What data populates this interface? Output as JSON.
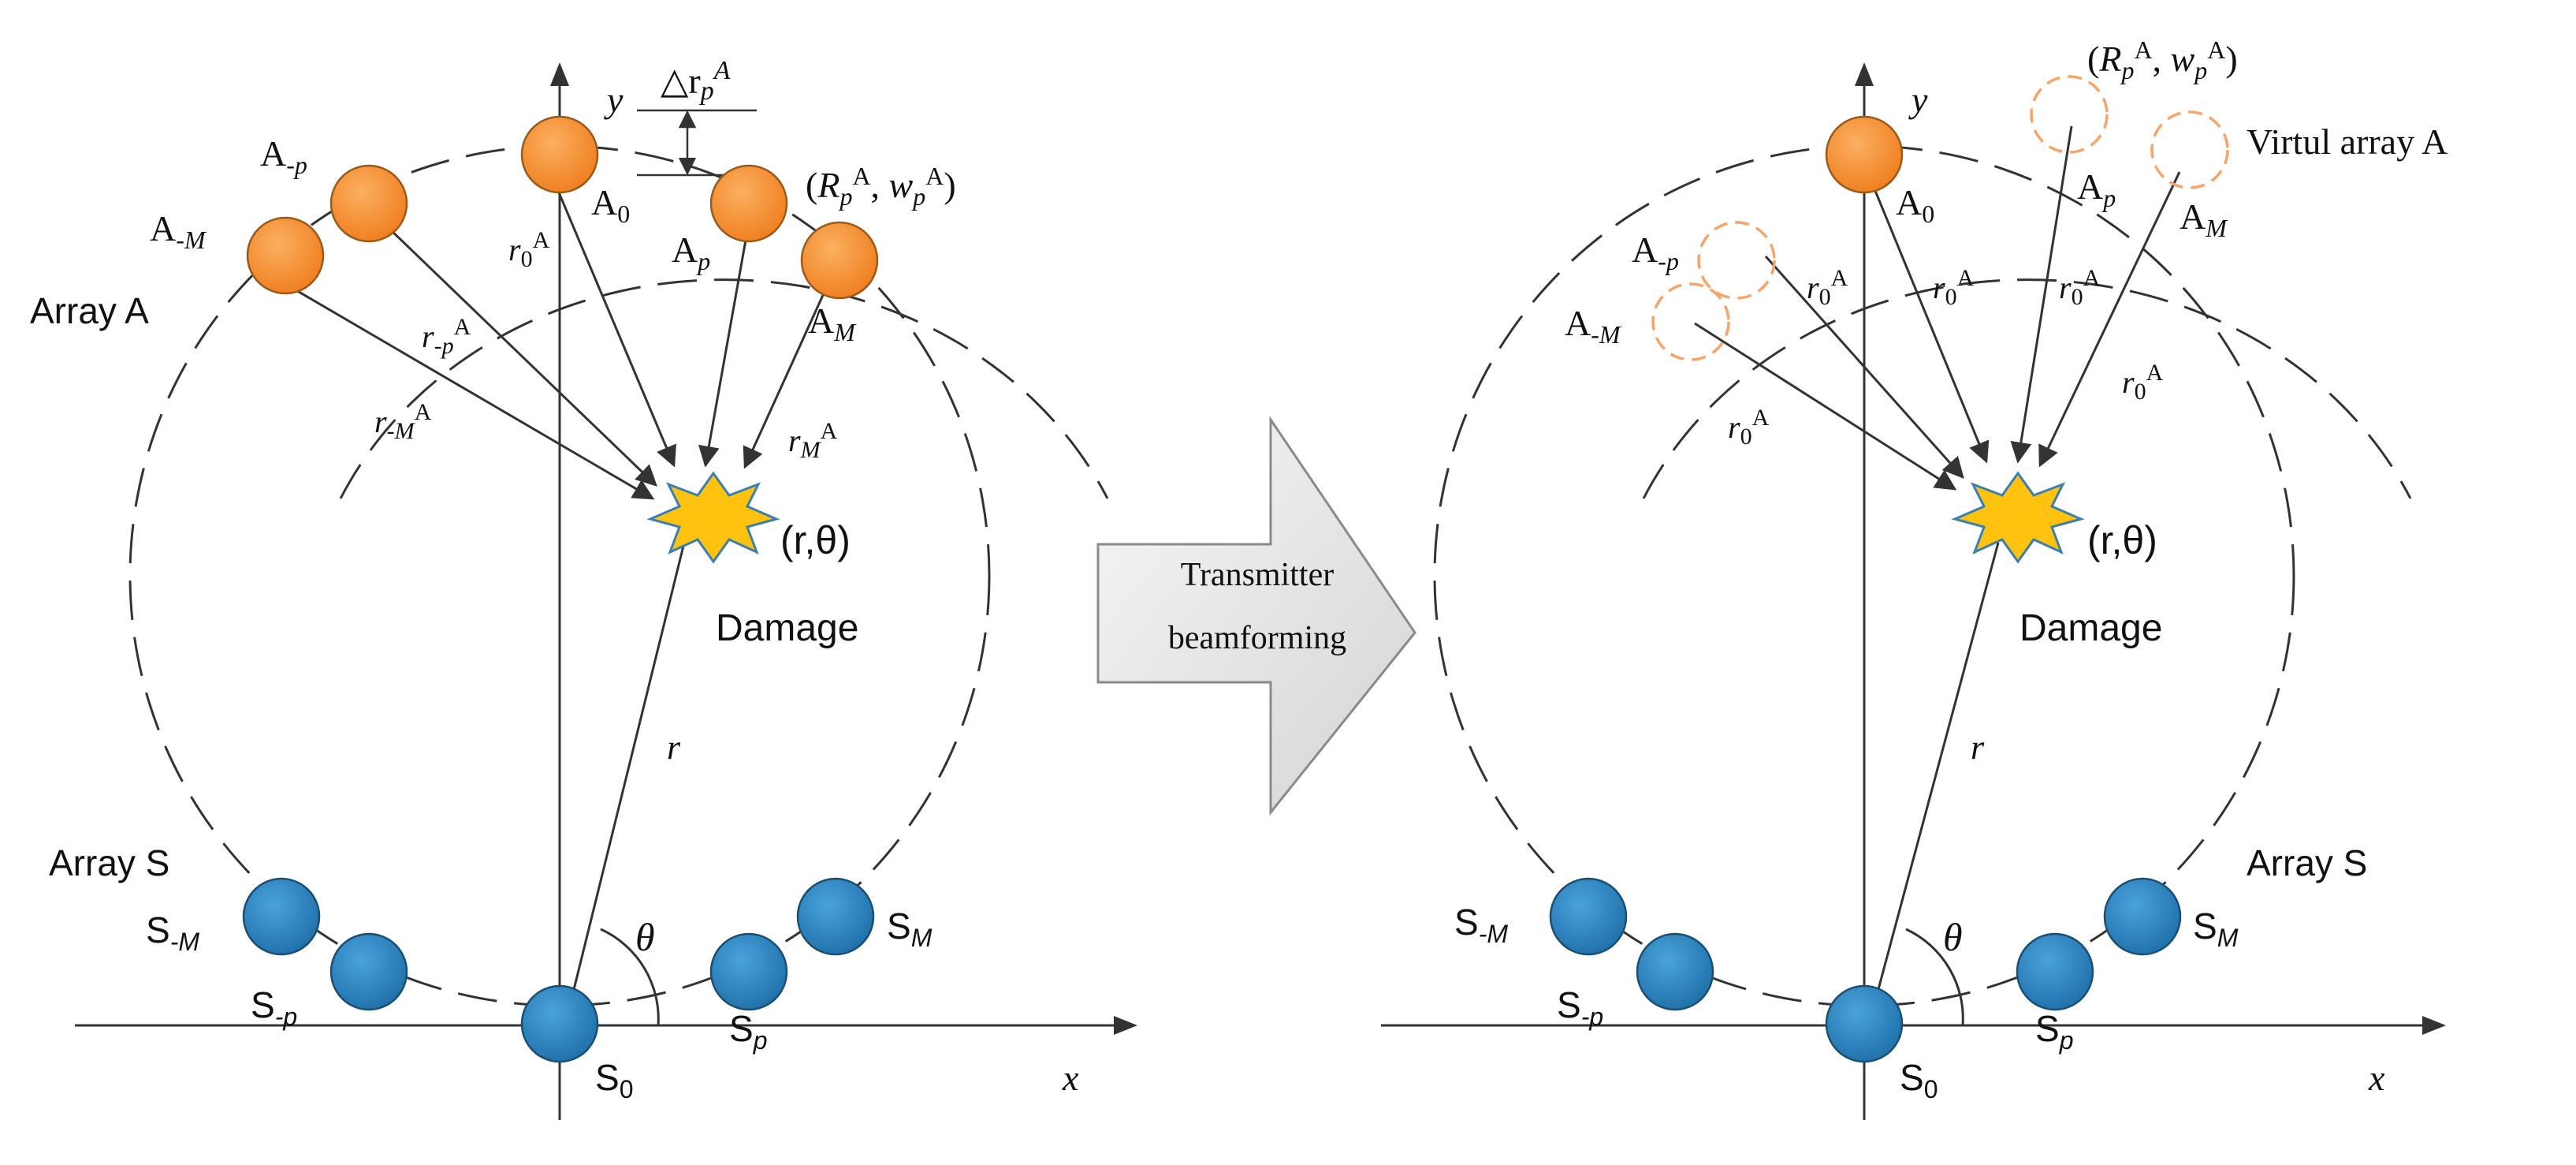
{
  "left_panel": {
    "axis_x": "x",
    "axis_y": "y",
    "array_a_label": "Array A",
    "array_s_label": "Array S",
    "damage_label": "Damage",
    "damage_coord": "(r,θ)",
    "r_label": "r",
    "theta_label": "θ",
    "delta_label": "△r",
    "delta_sub": "p",
    "delta_sup": "A",
    "nodes_a": [
      {
        "label": "A",
        "sub": "-M"
      },
      {
        "label": "A",
        "sub": "-p"
      },
      {
        "label": "A",
        "sub": "0"
      },
      {
        "label": "A",
        "sub": "p"
      },
      {
        "label": "A",
        "sub": "M"
      }
    ],
    "rpwp": {
      "open": "(",
      "R": "R",
      "sub": "p",
      "sup": "A",
      "sep": ",  ",
      "w": "w",
      "wsub": "p",
      "wsup": "A",
      "close": ")"
    },
    "distances": [
      {
        "r": "r",
        "sub": "0",
        "sup": "A"
      },
      {
        "r": "r",
        "sub": "-p",
        "sup": "A"
      },
      {
        "r": "r",
        "sub": "-M",
        "sup": "A"
      },
      {
        "r": "r",
        "sub": "M",
        "sup": "A"
      }
    ],
    "nodes_s": [
      {
        "label": "S",
        "sub": "-M"
      },
      {
        "label": "S",
        "sub": "-p"
      },
      {
        "label": "S",
        "sub": "0"
      },
      {
        "label": "S",
        "sub": "p"
      },
      {
        "label": "S",
        "sub": "M"
      }
    ]
  },
  "arrow": {
    "line1": "Transmitter",
    "line2": "beamforming"
  },
  "right_panel": {
    "axis_x": "x",
    "axis_y": "y",
    "virtual_label": "Virtul array A",
    "array_s_label": "Array S",
    "damage_label": "Damage",
    "damage_coord": "(r,θ)",
    "r_label": "r",
    "theta_label": "θ",
    "rpwp": {
      "open": "(",
      "R": "R",
      "sub": "p",
      "sup": "A",
      "sep": ",  ",
      "w": "w",
      "wsub": "p",
      "wsup": "A",
      "close": ")"
    },
    "nodes_a": [
      {
        "label": "A",
        "sub": "-M"
      },
      {
        "label": "A",
        "sub": "-p"
      },
      {
        "label": "A",
        "sub": "0"
      },
      {
        "label": "A",
        "sub": "p"
      },
      {
        "label": "A",
        "sub": "M"
      }
    ],
    "r0_label": {
      "r": "r",
      "sub": "0",
      "sup": "A"
    },
    "nodes_s": [
      {
        "label": "S",
        "sub": "-M"
      },
      {
        "label": "S",
        "sub": "-p"
      },
      {
        "label": "S",
        "sub": "0"
      },
      {
        "label": "S",
        "sub": "p"
      },
      {
        "label": "S",
        "sub": "M"
      }
    ]
  },
  "colors": {
    "orange_fill": "#f5892a",
    "orange_stroke": "#b35a10",
    "blue_fill": "#2e86c1",
    "blue_stroke": "#1b4f72",
    "virtual_stroke": "#f5a46a",
    "star_fill": "#ffc20e",
    "star_stroke": "#3b7fb0",
    "line": "#333333"
  }
}
